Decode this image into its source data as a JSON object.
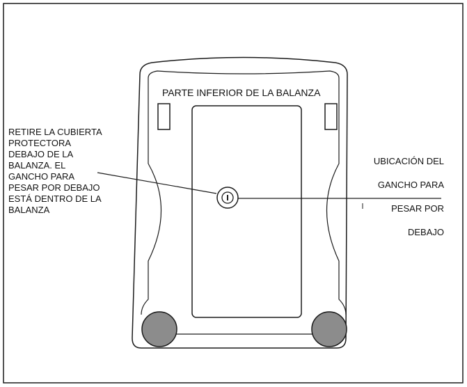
{
  "diagram": {
    "title_label": "PARTE INFERIOR DE LA BALANZA",
    "left_callout": {
      "lines": [
        "RETIRE LA CUBIERTA",
        "PROTECTORA",
        "DEBAJO DE LA",
        "BALANZA.  EL",
        "GANCHO PARA",
        "PESAR POR DEBAJO",
        "ESTÁ DENTRO DE LA",
        "BALANZA"
      ]
    },
    "right_callout": {
      "lines": [
        "UBICACIÓN DEL",
        "GANCHO PARA",
        "PESAR POR",
        "DEBAJO"
      ]
    },
    "colors": {
      "outline": "#1a1a1a",
      "foot_fill": "#8c8c8c",
      "background": "#ffffff"
    }
  }
}
